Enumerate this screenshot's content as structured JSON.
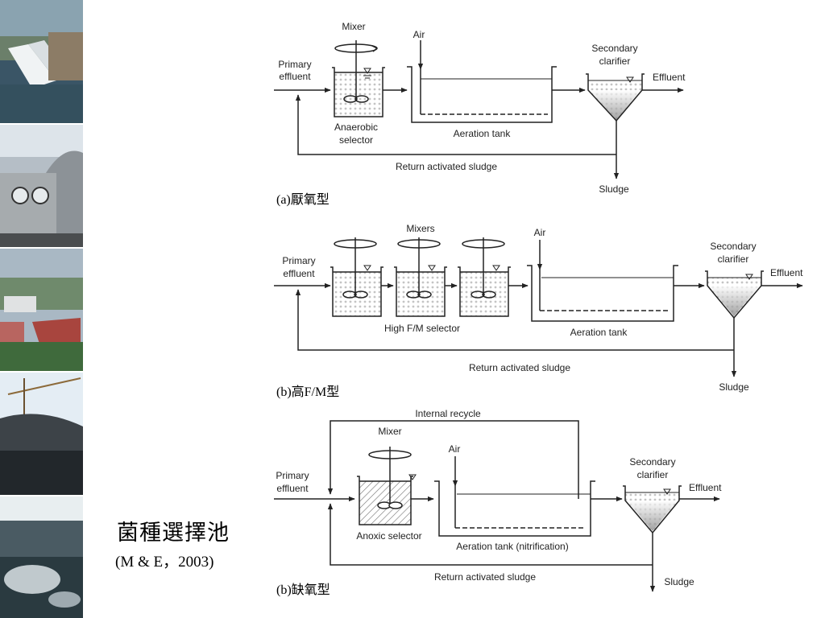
{
  "slide": {
    "title": "菌種選擇池",
    "reference": "(M & E，2003)"
  },
  "photo_strip": {
    "photos": [
      {
        "name": "spillway-photo",
        "colors": [
          "#2b4050",
          "#e8ecee",
          "#5a7a88"
        ]
      },
      {
        "name": "dome-building-photo",
        "colors": [
          "#c8d0d8",
          "#6b6f72",
          "#3a3d3e"
        ]
      },
      {
        "name": "plant-aerial-photo",
        "colors": [
          "#b9c7d3",
          "#9a3b35",
          "#3e6b3a"
        ]
      },
      {
        "name": "construction-photo",
        "colors": [
          "#e9f1f7",
          "#4a5057",
          "#252a2e"
        ]
      },
      {
        "name": "weir-water-photo",
        "colors": [
          "#d7dfe3",
          "#4d5c64",
          "#1d2b30"
        ]
      }
    ]
  },
  "diagram_a": {
    "primary_effluent": [
      "Primary",
      "effluent"
    ],
    "mixer": "Mixer",
    "air": "Air",
    "selector": [
      "Anaerobic",
      "selector"
    ],
    "aeration_tank": "Aeration tank",
    "clarifier": [
      "Secondary",
      "clarifier"
    ],
    "effluent": "Effluent",
    "return_sludge": "Return activated sludge",
    "sludge": "Sludge",
    "caption": "(a)厭氧型"
  },
  "diagram_b": {
    "primary_effluent": [
      "Primary",
      "effluent"
    ],
    "mixers": "Mixers",
    "air": "Air",
    "selector": "High F/M selector",
    "aeration_tank": "Aeration tank",
    "clarifier": [
      "Secondary",
      "clarifier"
    ],
    "effluent": "Effluent",
    "return_sludge": "Return activated sludge",
    "sludge": "Sludge",
    "caption": "(b)高F/M型"
  },
  "diagram_c": {
    "internal_recycle": "Internal recycle",
    "primary_effluent": [
      "Primary",
      "effluent"
    ],
    "mixer": "Mixer",
    "air": "Air",
    "selector": "Anoxic selector",
    "aeration_tank": "Aeration tank (nitrification)",
    "clarifier": [
      "Secondary",
      "clarifier"
    ],
    "effluent": "Effluent",
    "return_sludge": "Return activated sludge",
    "sludge": "Sludge",
    "caption": "(b)缺氧型"
  }
}
